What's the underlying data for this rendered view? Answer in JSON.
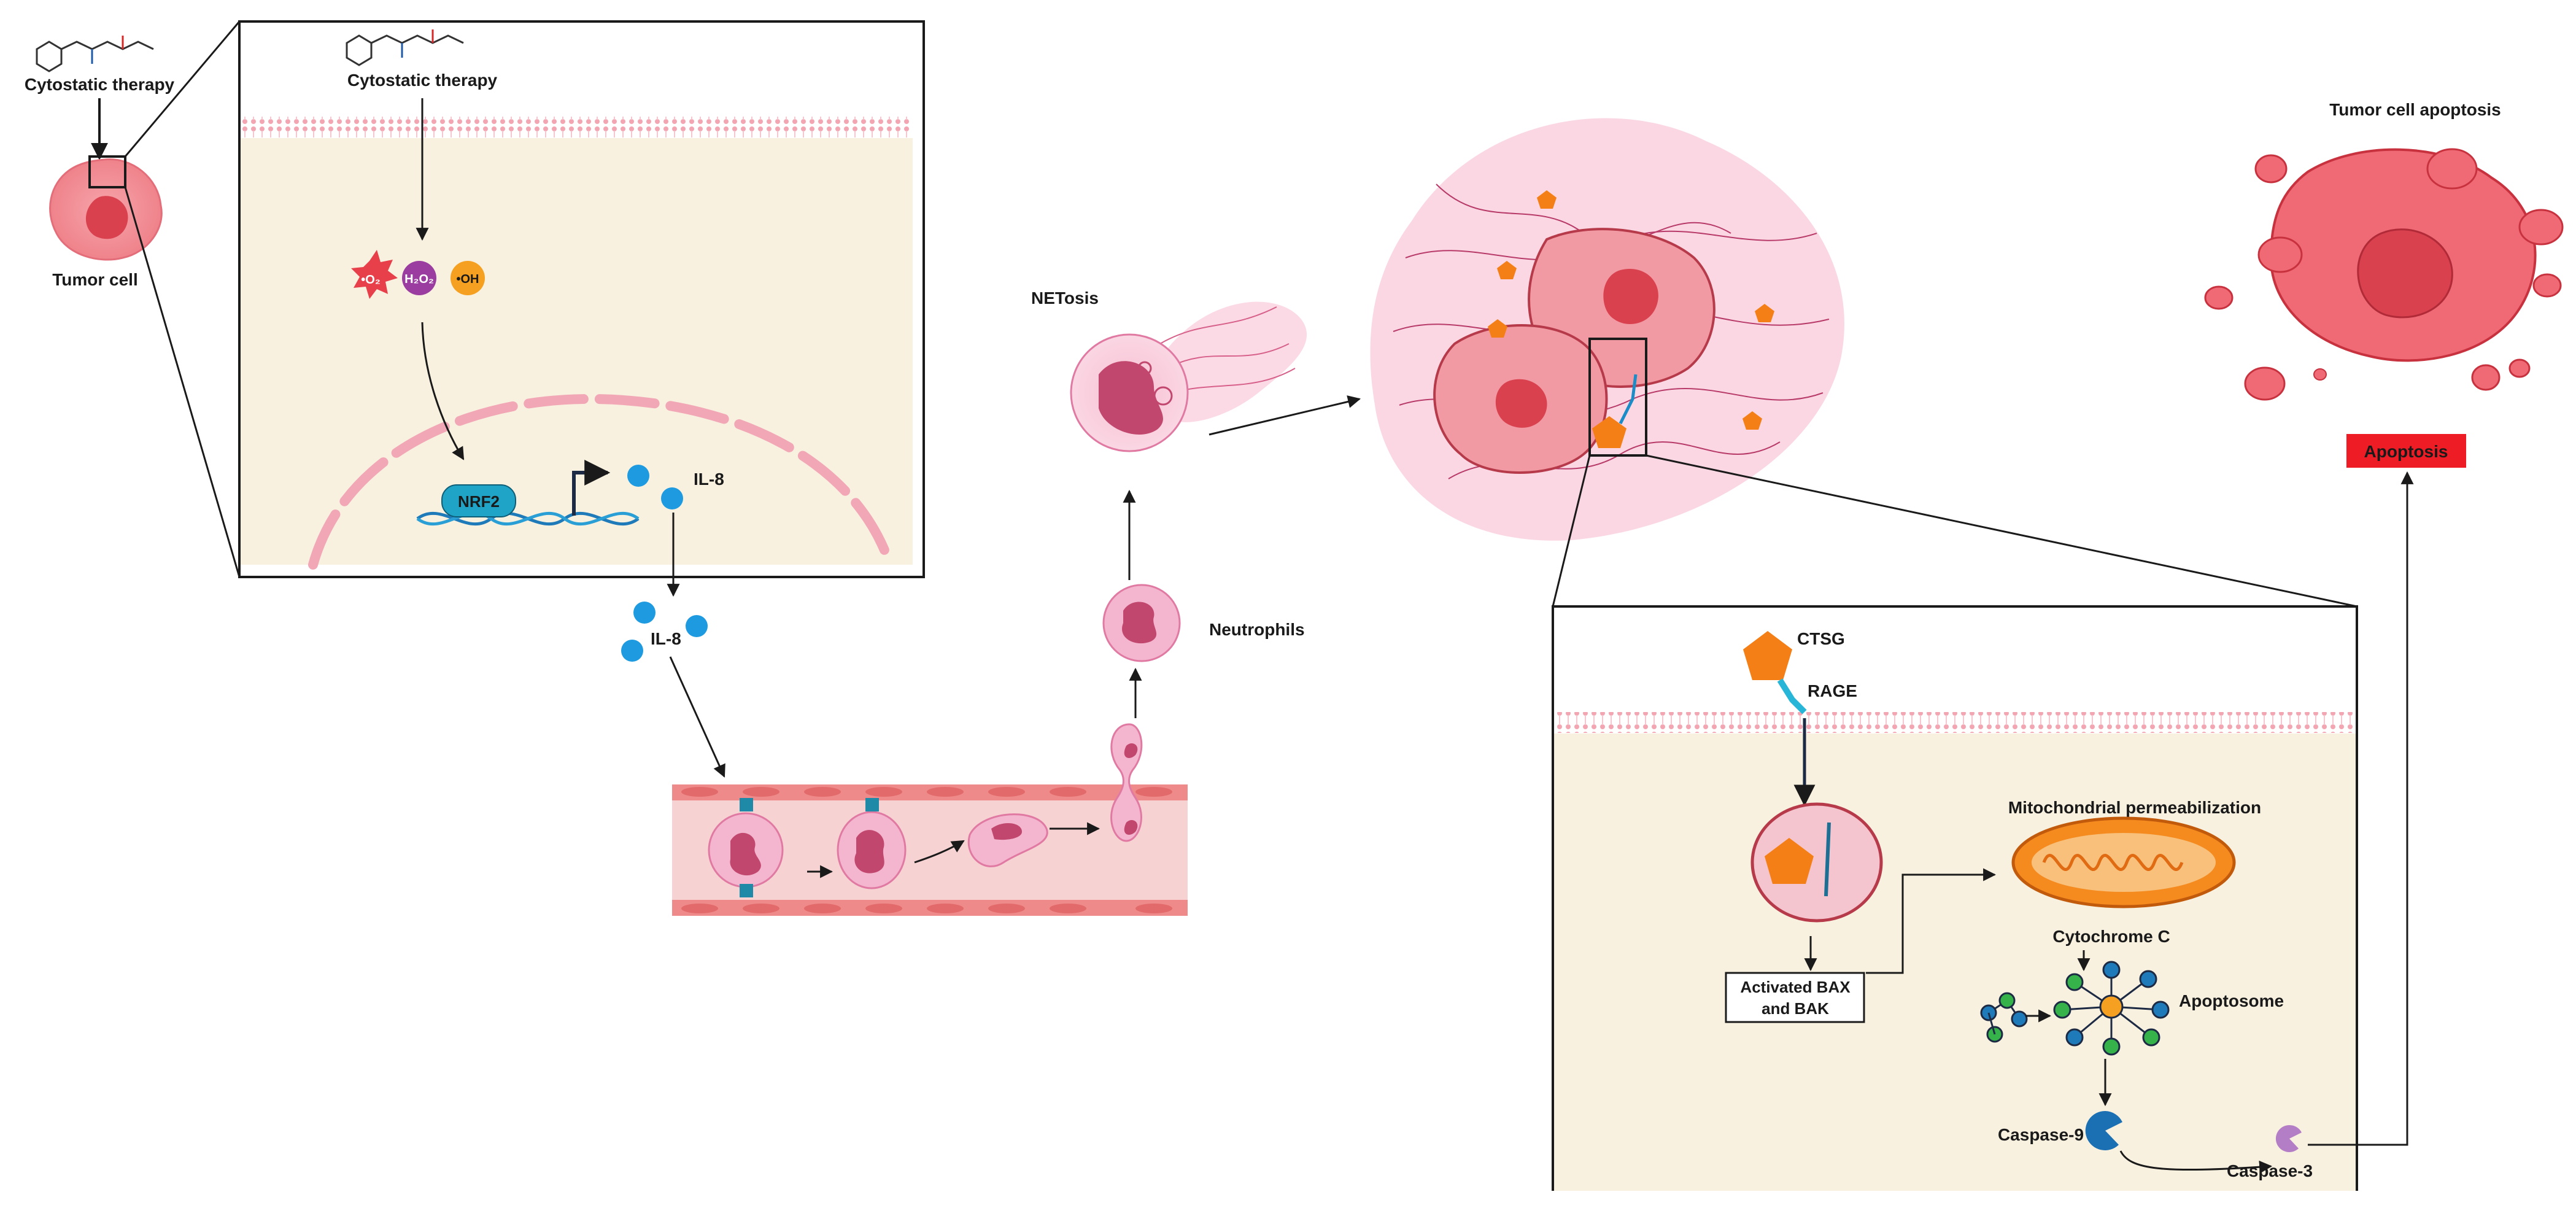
{
  "labels": {
    "cytostatic_left": "Cytostatic therapy",
    "cytostatic_inset": "Cytostatic therapy",
    "tumor_cell": "Tumor cell",
    "ros_superoxide": "•O₂",
    "ros_h2o2": "H₂O₂",
    "ros_hydroxyl": "•OH",
    "nrf2": "NRF2",
    "il8_nucleus": "IL-8",
    "il8_secreted": "IL-8",
    "netosis": "NETosis",
    "neutrophils": "Neutrophils",
    "tumor_cell_apoptosis": "Tumor cell apoptosis",
    "apoptosis_box": "Apoptosis",
    "ctsg": "CTSG",
    "rage": "RAGE",
    "mito_perm": "Mitochondrial permeabilization",
    "activated_bax_line1": "Activated BAX",
    "activated_bax_line2": "and BAK",
    "cytochrome_c": "Cytochrome C",
    "apoptosome": "Apoptosome",
    "caspase9": "Caspase-9",
    "caspase3": "Caspase-3"
  },
  "colors": {
    "tumor_pink": "#f08a92",
    "tumor_core": "#d9414f",
    "cytoplasm": "#f8f1df",
    "membrane": "#f2a0ad",
    "neutrophil": "#f4b6cf",
    "ctsg_orange": "#f57f17",
    "apoptosis_red": "#ee1c25",
    "ros_red": "#e8404a",
    "ros_purple": "#9b3da0",
    "ros_orange": "#f5a021",
    "il8_blue": "#1e9be0",
    "nrf2_teal": "#1fa4c8",
    "mito_orange": "#f58a1f",
    "caspase_blue": "#1b6fb3",
    "caspase_purple": "#b47ec6"
  }
}
